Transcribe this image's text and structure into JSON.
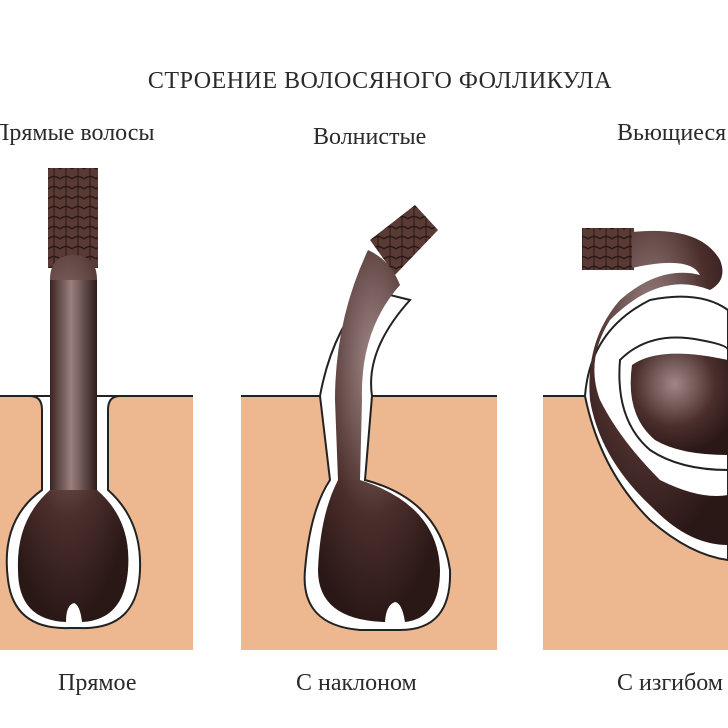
{
  "title": "СТРОЕНИЕ ВОЛОСЯНОГО ФОЛЛИКУЛА",
  "panels": [
    {
      "top_label": "Прямые волосы",
      "bottom_label": "Прямое"
    },
    {
      "top_label": "Волнистые",
      "bottom_label": "С наклоном"
    },
    {
      "top_label": "Вьющиеся",
      "bottom_label": "С изгибом"
    }
  ],
  "colors": {
    "skin": "#edb890",
    "hair": "#4a2e2c",
    "hair_light": "#8a6e6c",
    "cuticle": "#6b4a44"
  }
}
